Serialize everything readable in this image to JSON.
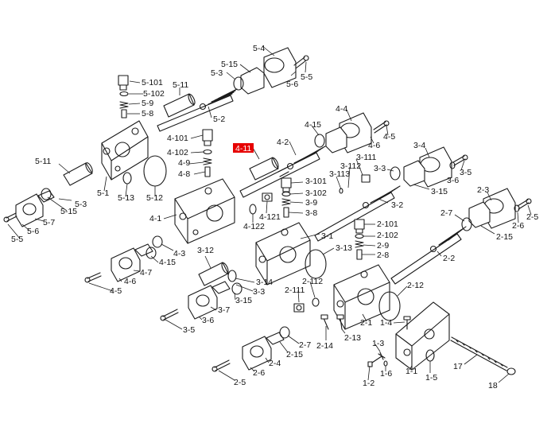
{
  "highlight_color": "#e60000",
  "labels": [
    {
      "id": "5-4",
      "text": "5-4"
    },
    {
      "id": "5-15",
      "text": "5-15"
    },
    {
      "id": "5-3a",
      "text": "5-3"
    },
    {
      "id": "5-6a",
      "text": "5-6"
    },
    {
      "id": "5-5a",
      "text": "5-5"
    },
    {
      "id": "5-101",
      "text": "5-101"
    },
    {
      "id": "5-11a",
      "text": "5-11"
    },
    {
      "id": "5-102",
      "text": "5-102"
    },
    {
      "id": "5-9",
      "text": "5-9"
    },
    {
      "id": "5-8",
      "text": "5-8"
    },
    {
      "id": "5-2",
      "text": "5-2"
    },
    {
      "id": "4-101",
      "text": "4-101"
    },
    {
      "id": "4-102",
      "text": "4-102"
    },
    {
      "id": "4-9",
      "text": "4-9"
    },
    {
      "id": "4-8",
      "text": "4-8"
    },
    {
      "id": "4-11",
      "text": "4-11"
    },
    {
      "id": "4-2",
      "text": "4-2"
    },
    {
      "id": "4-15a",
      "text": "4-15"
    },
    {
      "id": "4-4",
      "text": "4-4"
    },
    {
      "id": "4-6a",
      "text": "4-6"
    },
    {
      "id": "4-5a",
      "text": "4-5"
    },
    {
      "id": "5-11b",
      "text": "5-11"
    },
    {
      "id": "5-1",
      "text": "5-1"
    },
    {
      "id": "5-13",
      "text": "5-13"
    },
    {
      "id": "5-12",
      "text": "5-12"
    },
    {
      "id": "5-3b",
      "text": "5-3"
    },
    {
      "id": "5-15b",
      "text": "5-15"
    },
    {
      "id": "5-7",
      "text": "5-7"
    },
    {
      "id": "5-6b",
      "text": "5-6"
    },
    {
      "id": "5-5b",
      "text": "5-5"
    },
    {
      "id": "4-1",
      "text": "4-1"
    },
    {
      "id": "4-122",
      "text": "4-122"
    },
    {
      "id": "4-121",
      "text": "4-121"
    },
    {
      "id": "3-111",
      "text": "3-111"
    },
    {
      "id": "3-112",
      "text": "3-112"
    },
    {
      "id": "3-113",
      "text": "3-113"
    },
    {
      "id": "3-101",
      "text": "3-101"
    },
    {
      "id": "3-102",
      "text": "3-102"
    },
    {
      "id": "3-9",
      "text": "3-9"
    },
    {
      "id": "3-8",
      "text": "3-8"
    },
    {
      "id": "3-3a",
      "text": "3-3"
    },
    {
      "id": "3-4",
      "text": "3-4"
    },
    {
      "id": "3-5a",
      "text": "3-5"
    },
    {
      "id": "3-6a",
      "text": "3-6"
    },
    {
      "id": "3-15a",
      "text": "3-15"
    },
    {
      "id": "3-2",
      "text": "3-2"
    },
    {
      "id": "2-3a",
      "text": "2-3"
    },
    {
      "id": "2-5a",
      "text": "2-5"
    },
    {
      "id": "2-6a",
      "text": "2-6"
    },
    {
      "id": "2-7a",
      "text": "2-7"
    },
    {
      "id": "2-15a",
      "text": "2-15"
    },
    {
      "id": "2-101",
      "text": "2-101"
    },
    {
      "id": "2-102",
      "text": "2-102"
    },
    {
      "id": "2-9",
      "text": "2-9"
    },
    {
      "id": "2-8",
      "text": "2-8"
    },
    {
      "id": "3-1",
      "text": "3-1"
    },
    {
      "id": "3-13",
      "text": "3-13"
    },
    {
      "id": "2-2",
      "text": "2-2"
    },
    {
      "id": "4-3",
      "text": "4-3"
    },
    {
      "id": "4-15b",
      "text": "4-15"
    },
    {
      "id": "4-7",
      "text": "4-7"
    },
    {
      "id": "4-6b",
      "text": "4-6"
    },
    {
      "id": "4-5b",
      "text": "4-5"
    },
    {
      "id": "3-12",
      "text": "3-12"
    },
    {
      "id": "3-14",
      "text": "3-14"
    },
    {
      "id": "3-3b",
      "text": "3-3"
    },
    {
      "id": "3-15b",
      "text": "3-15"
    },
    {
      "id": "3-7",
      "text": "3-7"
    },
    {
      "id": "3-6b",
      "text": "3-6"
    },
    {
      "id": "3-5b",
      "text": "3-5"
    },
    {
      "id": "2-112",
      "text": "2-112"
    },
    {
      "id": "2-111",
      "text": "2-111"
    },
    {
      "id": "2-12",
      "text": "2-12"
    },
    {
      "id": "2-1",
      "text": "2-1"
    },
    {
      "id": "1-4",
      "text": "1-4"
    },
    {
      "id": "2-13",
      "text": "2-13"
    },
    {
      "id": "2-14",
      "text": "2-14"
    },
    {
      "id": "2-7b",
      "text": "2-7"
    },
    {
      "id": "2-15b",
      "text": "2-15"
    },
    {
      "id": "2-4",
      "text": "2-4"
    },
    {
      "id": "2-6b",
      "text": "2-6"
    },
    {
      "id": "2-5b",
      "text": "2-5"
    },
    {
      "id": "1-3",
      "text": "1-3"
    },
    {
      "id": "1-2",
      "text": "1-2"
    },
    {
      "id": "1-6",
      "text": "1-6"
    },
    {
      "id": "1-1",
      "text": "1-1"
    },
    {
      "id": "1-5",
      "text": "1-5"
    },
    {
      "id": "17",
      "text": "17"
    },
    {
      "id": "18",
      "text": "18"
    }
  ]
}
